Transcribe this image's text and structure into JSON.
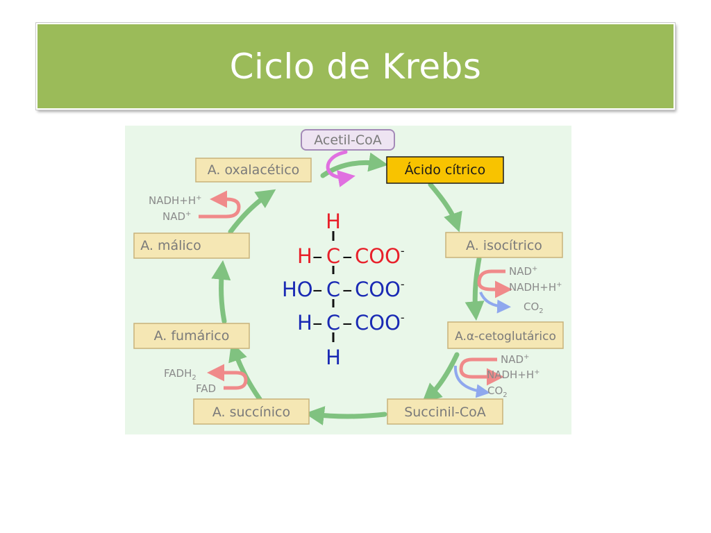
{
  "slide": {
    "title": "Ciclo de Krebs",
    "title_bg": "#9bbb59"
  },
  "diagram": {
    "bg": "#e9f7e9",
    "arrow_color": "#80c280",
    "compounds": [
      {
        "id": "acetil",
        "label": "Acetil-CoA"
      },
      {
        "id": "citrico",
        "label": "Ácido cítrico"
      },
      {
        "id": "isocitrico",
        "label": "A. isocítrico"
      },
      {
        "id": "cetoglutarico",
        "label": "A.α-cetoglutárico"
      },
      {
        "id": "succinil",
        "label": "Succinil-CoA"
      },
      {
        "id": "succinico",
        "label": "A. succínico"
      },
      {
        "id": "fumarico",
        "label": "A. fumárico"
      },
      {
        "id": "malico",
        "label": "A. málico"
      },
      {
        "id": "oxalacetico",
        "label": "A. oxalacético"
      }
    ],
    "cofactors": {
      "malico_nadh": "NADH+H",
      "malico_nadh_sup": "+",
      "malico_nad": "NAD",
      "malico_nad_sup": "+",
      "iso_nad": "NAD",
      "iso_nad_sup": "+",
      "iso_nadh": "NADH+H",
      "iso_nadh_sup": "+",
      "iso_co2": "CO",
      "iso_co2_sub": "2",
      "ceto_nad": "NAD",
      "ceto_nad_sup": "+",
      "ceto_nadh": "NADH+H",
      "ceto_nadh_sup": "+",
      "ceto_co2": "CO",
      "ceto_co2_sub": "2",
      "fad_h": "FADH",
      "fad_h_sub": "2",
      "fad": "FAD"
    },
    "molecule": {
      "top_h": "H",
      "row1_h": "H",
      "row1_c": "C",
      "row1_coo": "COO",
      "row2_ho": "HO",
      "row2_c": "C",
      "row2_coo": "COO",
      "row3_h": "H",
      "row3_c": "C",
      "row3_coo": "COO",
      "bottom_h": "H",
      "bond_h": "–",
      "charge": "-",
      "colors": {
        "red": "#e8202a",
        "blue": "#1a2ab4",
        "black": "#111111"
      }
    },
    "colors": {
      "box_fill": "#f5e7b4",
      "box_stroke": "#c8b27a",
      "citric_fill": "#f8c300",
      "acetyl_fill": "#eee4f2",
      "acetyl_stroke": "#a48ab8",
      "pink_arrow": "#f08a8a",
      "blue_arrow": "#8fa8ee",
      "magenta_arrow": "#e070e0"
    }
  }
}
